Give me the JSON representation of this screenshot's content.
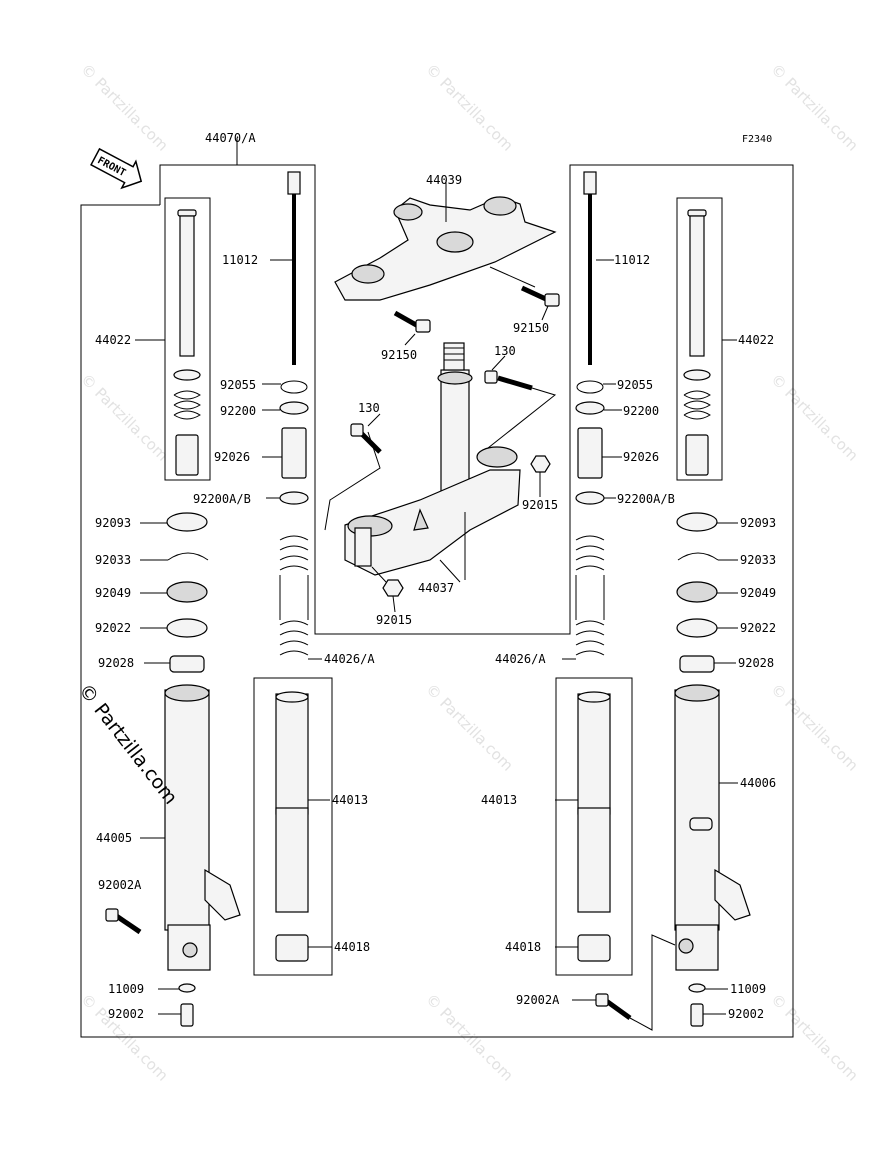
{
  "figure_code": "F2340",
  "front_label": "FRONT",
  "watermark": "© Partzilla.com",
  "brand": "© Partzilla.com",
  "labels": {
    "p44070A": "44070/A",
    "p44039": "44039",
    "p11012L": "11012",
    "p11012R": "11012",
    "p44022L": "44022",
    "p44022R": "44022",
    "p92150a": "92150",
    "p92150b": "92150",
    "p130a": "130",
    "p130b": "130",
    "p92055L": "92055",
    "p92055R": "92055",
    "p92200L": "92200",
    "p92200R": "92200",
    "p92026L": "92026",
    "p92026R": "92026",
    "p92200ABL": "92200A/B",
    "p92200ABR": "92200A/B",
    "p92015a": "92015",
    "p92015b": "92015",
    "p44037": "44037",
    "p92093L": "92093",
    "p92093R": "92093",
    "p92033L": "92033",
    "p92033R": "92033",
    "p92049L": "92049",
    "p92049R": "92049",
    "p92022L": "92022",
    "p92022R": "92022",
    "p92028L": "92028",
    "p92028R": "92028",
    "p44026AL": "44026/A",
    "p44026AR": "44026/A",
    "p44013L": "44013",
    "p44013R": "44013",
    "p44005": "44005",
    "p44006": "44006",
    "p92002A_L": "92002A",
    "p92002A_R": "92002A",
    "p44018L": "44018",
    "p44018R": "44018",
    "p11009L": "11009",
    "p11009R": "11009",
    "p92002L": "92002",
    "p92002R": "92002"
  }
}
